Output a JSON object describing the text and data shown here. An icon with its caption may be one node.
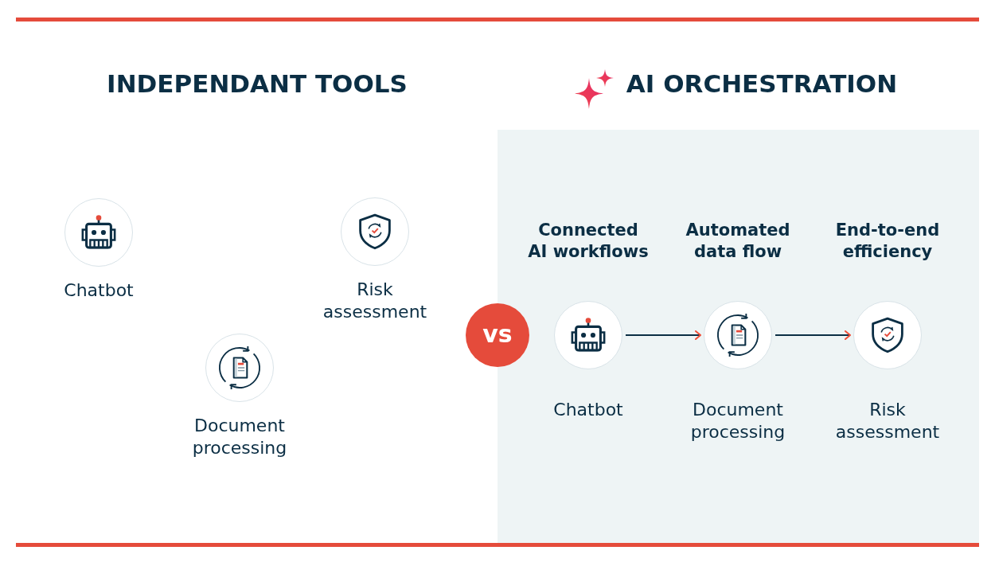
{
  "diagram": {
    "nodes": [
      {
        "text": [
          "Chatbot"
        ]
      },
      {
        "text": [
          "Risk assessment"
        ]
      },
      {
        "text": [
          "Document processing"
        ]
      },
      {
        "text": [
          "vs"
        ]
      },
      {
        "text": [
          "AI ORCHESTRATION"
        ]
      },
      {
        "text": [
          "Chatbot"
        ],
        "beside": [
          "Connected AI workflows"
        ],
        "in": 4
      },
      {
        "text": [
          "Document processing"
        ],
        "beside": [
          "Automated data flow"
        ],
        "in": 4
      },
      {
        "text": [
          "Risk assessment"
        ],
        "beside": [
          "End-to-end efficiency"
        ],
        "in": 4
      }
    ],
    "edges": [
      {
        "from": 5,
        "to": 6,
        "arrow": "to"
      },
      {
        "from": 6,
        "to": 7,
        "arrow": "to"
      }
    ],
    "labels": [
      "INDEPENDANT TOOLS"
    ]
  }
}
